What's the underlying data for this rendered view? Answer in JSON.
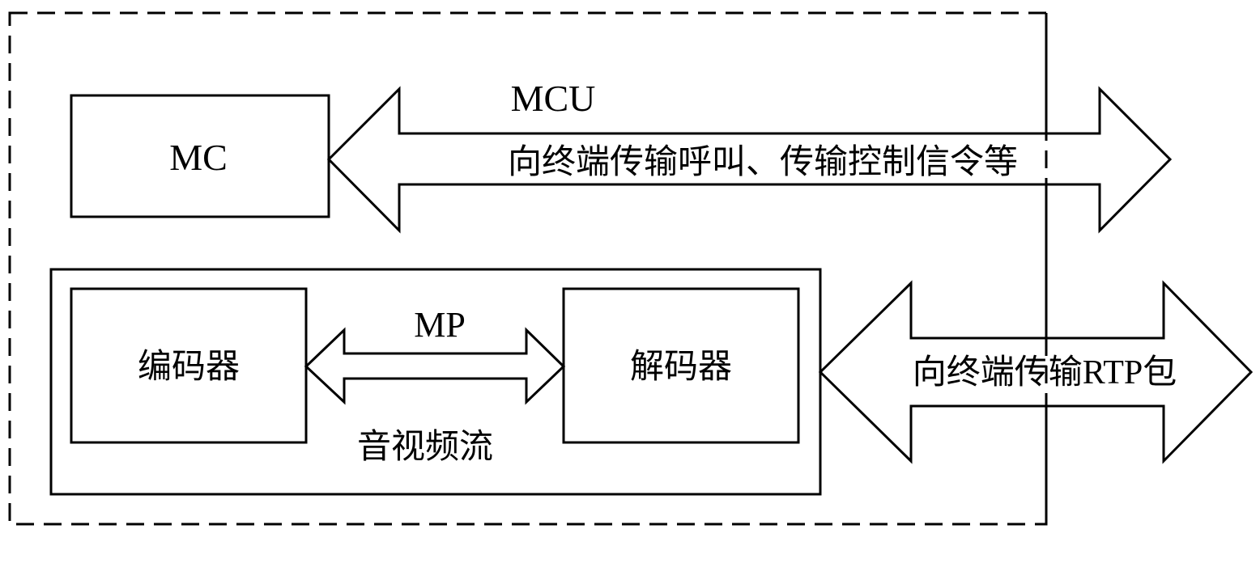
{
  "diagram": {
    "mcu_label": "MCU",
    "mc_box_label": "MC",
    "mcu_arrow_label": "向终端传输呼叫、传输控制信令等",
    "mp_label": "MP",
    "encoder_label": "编码器",
    "decoder_label": "解码器",
    "stream_label": "音视频流",
    "rtp_arrow_label": "向终端传输RTP包"
  },
  "colors": {
    "stroke": "#000000",
    "background": "#ffffff"
  }
}
